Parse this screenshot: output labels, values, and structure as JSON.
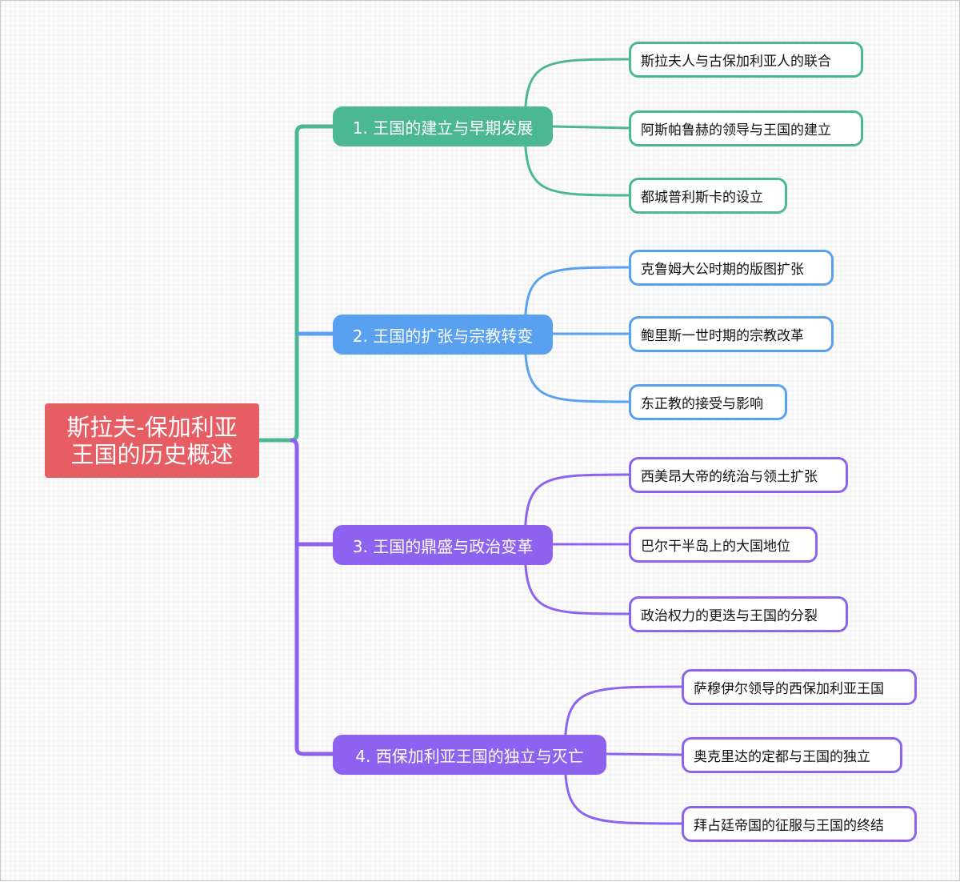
{
  "colors": {
    "root": "#e65e63",
    "branch1": "#4cb893",
    "branch2": "#5aa0f0",
    "branch3": "#8c62ef",
    "branch4": "#8c62ef"
  },
  "root": {
    "line1": "斯拉夫-保加利亚",
    "line2": "王国的历史概述"
  },
  "branches": [
    {
      "label": "1. 王国的建立与早期发展",
      "children": [
        "斯拉夫人与古保加利亚人的联合",
        "阿斯帕鲁赫的领导与王国的建立",
        "都城普利斯卡的设立"
      ]
    },
    {
      "label": "2. 王国的扩张与宗教转变",
      "children": [
        "克鲁姆大公时期的版图扩张",
        "鲍里斯一世时期的宗教改革",
        "东正教的接受与影响"
      ]
    },
    {
      "label": "3. 王国的鼎盛与政治变革",
      "children": [
        "西美昂大帝的统治与领土扩张",
        "巴尔干半岛上的大国地位",
        "政治权力的更迭与王国的分裂"
      ]
    },
    {
      "label": "4. 西保加利亚王国的独立与灭亡",
      "children": [
        "萨穆伊尔领导的西保加利亚王国",
        "奥克里达的定都与王国的独立",
        "拜占廷帝国的征服与王国的终结"
      ]
    }
  ]
}
